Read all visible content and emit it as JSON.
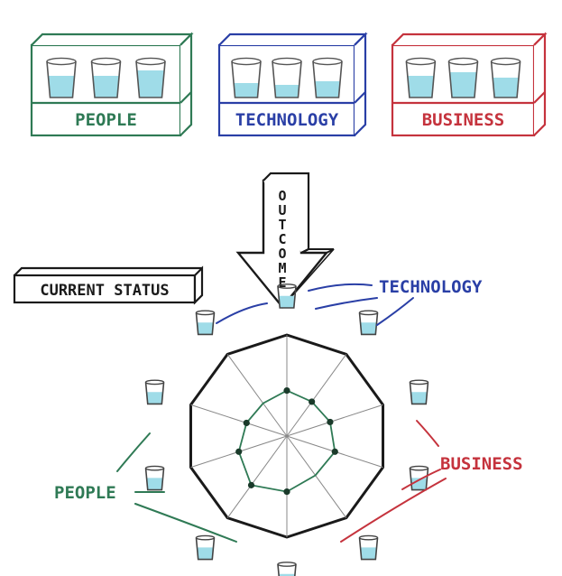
{
  "colors": {
    "people": "#2f7a55",
    "technology": "#2a3fa6",
    "business": "#c5333d",
    "ink": "#1a1a1a",
    "water": "#9fdce8"
  },
  "boxes": {
    "people": {
      "label": "PEOPLE",
      "cup_fills": [
        0.6,
        0.6,
        0.75
      ]
    },
    "technology": {
      "label": "TECHNOLOGY",
      "cup_fills": [
        0.4,
        0.35,
        0.45
      ]
    },
    "business": {
      "label": "BUSINESS",
      "cup_fills": [
        0.6,
        0.7,
        0.55
      ]
    }
  },
  "arrow": {
    "letters": [
      "O",
      "U",
      "T",
      "C",
      "O",
      "M",
      "E"
    ]
  },
  "status_label": "CURRENT STATUS",
  "radar": {
    "labels": {
      "technology": "TECHNOLOGY",
      "business": "BUSINESS",
      "people": "PEOPLE"
    },
    "axis_count": 10,
    "values": [
      0.45,
      0.42,
      0.45,
      0.5,
      0.48,
      0.55,
      0.6,
      0.5,
      0.42,
      0.4
    ],
    "marked_points": [
      0,
      1,
      2,
      3,
      5,
      6,
      7,
      8
    ],
    "axis_groups": {
      "technology": [
        0,
        1,
        9
      ],
      "business": [
        2,
        3,
        4
      ],
      "people": [
        6,
        7,
        8
      ],
      "bottom-center": [
        5
      ]
    }
  }
}
